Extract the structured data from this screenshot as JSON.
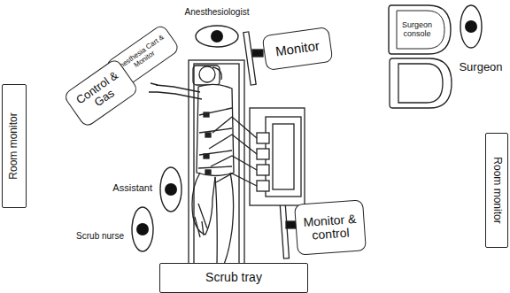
{
  "diagram": {
    "nodes": [
      {
        "text": [
          "Anesthesia Cart & Monitor"
        ]
      },
      {
        "text": [
          "Anesthesiologist"
        ]
      },
      {
        "text": [
          "Monitor"
        ]
      },
      {
        "text": [
          "Surgeon console"
        ]
      },
      {
        "text": [
          "Surgeon"
        ]
      },
      {
        "text": [
          "Control & Gas"
        ]
      },
      {
        "text": [
          "Room monitor"
        ]
      },
      {
        "text": [
          "Room monitor"
        ]
      },
      {
        "text": [
          "Assistant"
        ]
      },
      {
        "text": [
          "Scrub nurse"
        ]
      },
      {
        "text": [
          "Monitor & control"
        ]
      },
      {
        "text": [
          "Scrub tray"
        ]
      }
    ]
  }
}
